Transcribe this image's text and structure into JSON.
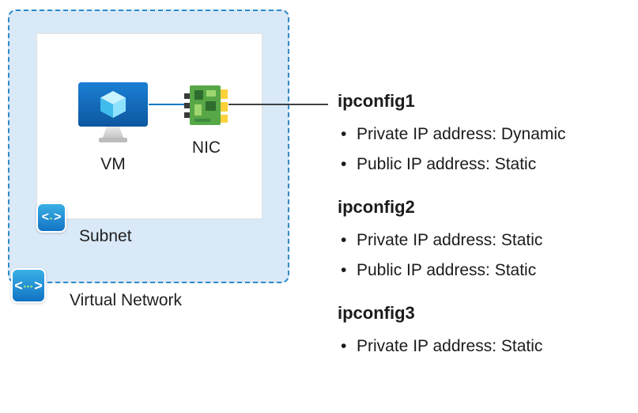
{
  "title": "Azure VM network interface IP configuration diagram",
  "colors": {
    "vnet_fill": "#d9e9f7",
    "vnet_border": "#2e8ac8",
    "line_blue": "#0a7ac4",
    "line_dark": "#404040",
    "icon_blue_top": "#3ab0e6",
    "icon_blue_bottom": "#1273c4",
    "nic_green": "#57a746",
    "nic_yellow": "#fdd13a"
  },
  "icons": {
    "bracket_left": "<",
    "bracket_right": ">",
    "subnet_dots": "•",
    "vnet_dots": "•••"
  },
  "labels": {
    "vm": "VM",
    "nic": "NIC",
    "subnet": "Subnet",
    "virtual_network": "Virtual Network"
  },
  "ipconfigs": [
    {
      "name": "ipconfig1",
      "items": [
        "Private IP address: Dynamic",
        "Public IP address: Static"
      ]
    },
    {
      "name": "ipconfig2",
      "items": [
        "Private IP address: Static",
        "Public IP address: Static"
      ]
    },
    {
      "name": "ipconfig3",
      "items": [
        "Private IP address: Static"
      ]
    }
  ]
}
